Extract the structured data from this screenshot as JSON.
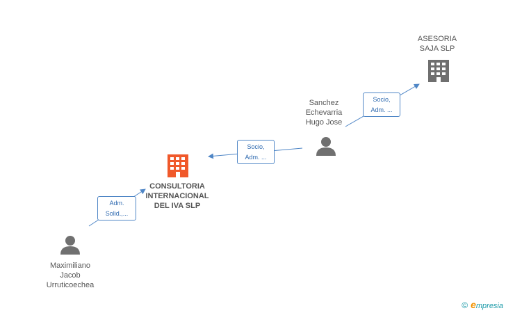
{
  "nodes": {
    "asesoria": {
      "label_lines": [
        "ASESORIA",
        "SAJA SLP"
      ]
    },
    "consultoria": {
      "label_lines": [
        "CONSULTORIA",
        "INTERNACIONAL",
        "DEL IVA SLP"
      ]
    },
    "sanchez": {
      "label_lines": [
        "Sanchez",
        "Echevarria",
        "Hugo Jose"
      ]
    },
    "maximiliano": {
      "label_lines": [
        "Maximiliano",
        "Jacob",
        "Urruticoechea"
      ]
    }
  },
  "edges": {
    "sanchez_to_asesoria": {
      "lines": [
        "Socio,",
        "Adm. ..."
      ]
    },
    "sanchez_to_consultoria": {
      "lines": [
        "Socio,",
        "Adm. ..."
      ]
    },
    "maximiliano_to_consultoria": {
      "lines": [
        "Adm.",
        "Solid.,..."
      ]
    }
  },
  "colors": {
    "company_gray": "#6f6f6f",
    "company_main": "#f0592b",
    "person_gray": "#707070",
    "edge_blue": "#4f86c6"
  },
  "brand": {
    "copyright": "©",
    "e_letter": "e",
    "rest": "mpresia"
  }
}
